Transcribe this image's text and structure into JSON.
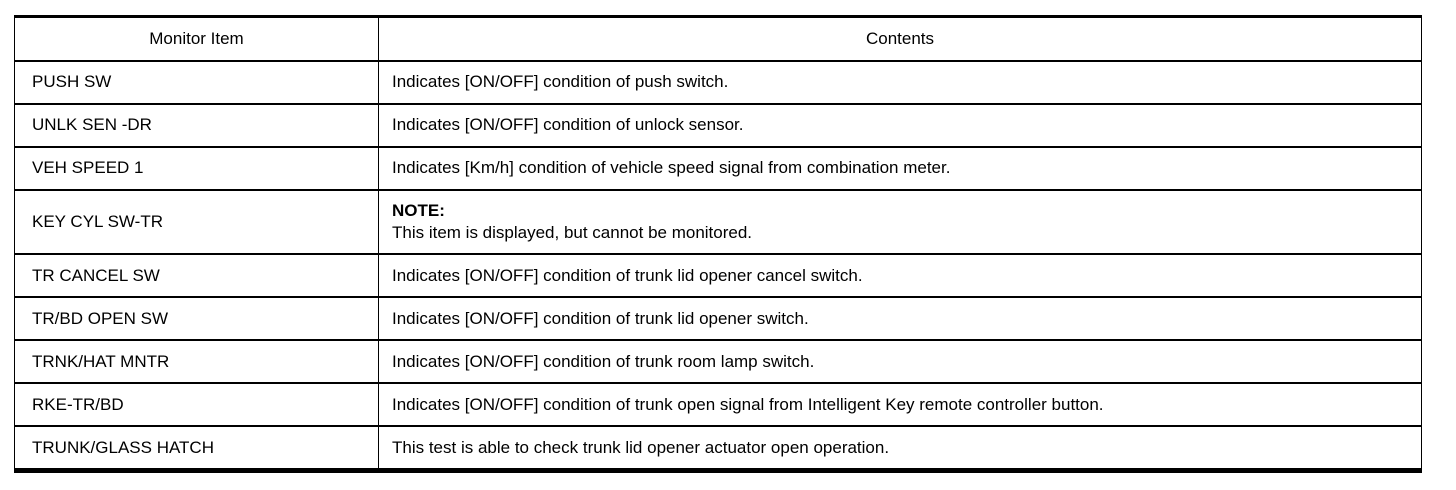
{
  "table": {
    "columns": [
      {
        "label": "Monitor Item"
      },
      {
        "label": "Contents"
      }
    ],
    "rows": [
      {
        "item": "PUSH SW",
        "content": "Indicates [ON/OFF] condition of push switch."
      },
      {
        "item": "UNLK SEN -DR",
        "content": "Indicates [ON/OFF] condition of unlock sensor."
      },
      {
        "item": "VEH SPEED 1",
        "content": "Indicates [Km/h] condition of vehicle speed signal from combination meter."
      },
      {
        "item": "KEY CYL SW-TR",
        "note_label": "NOTE:",
        "content": "This item is displayed, but cannot be monitored."
      },
      {
        "item": "TR CANCEL SW",
        "content": "Indicates [ON/OFF] condition of trunk lid opener cancel switch."
      },
      {
        "item": "TR/BD OPEN SW",
        "content": "Indicates [ON/OFF] condition of trunk lid opener switch."
      },
      {
        "item": "TRNK/HAT MNTR",
        "content": "Indicates [ON/OFF] condition of trunk room lamp switch."
      },
      {
        "item": "RKE-TR/BD",
        "content": "Indicates [ON/OFF] condition of trunk open signal from Intelligent Key remote controller button."
      },
      {
        "item": "TRUNK/GLASS HATCH",
        "content": "This test is able to check trunk lid opener actuator open operation."
      }
    ]
  }
}
